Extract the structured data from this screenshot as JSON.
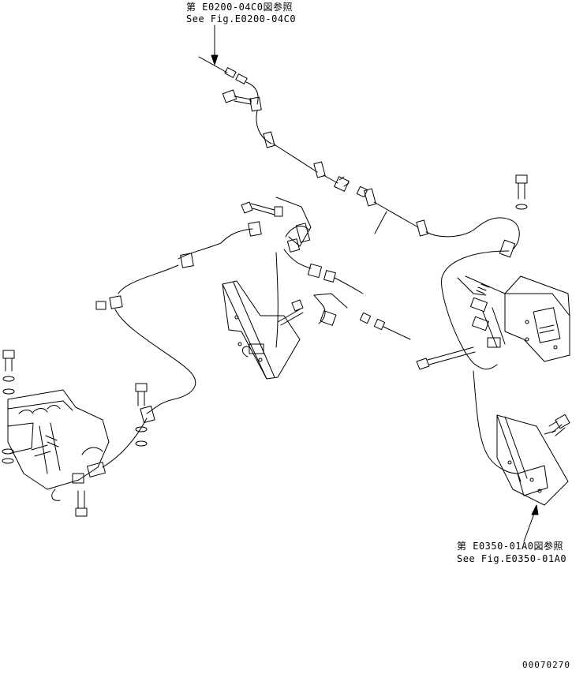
{
  "callouts": {
    "top_ref": {
      "line_jp": "第 E0200-04C0図参照",
      "line_en": "See Fig.E0200-04C0"
    },
    "bottom_ref": {
      "line_jp": "第 E0350-01A0図参照",
      "line_en": "See Fig.E0350-01A0"
    }
  },
  "drawing_number": "00070270",
  "colors": {
    "ink": "#000000",
    "paper": "#ffffff"
  }
}
